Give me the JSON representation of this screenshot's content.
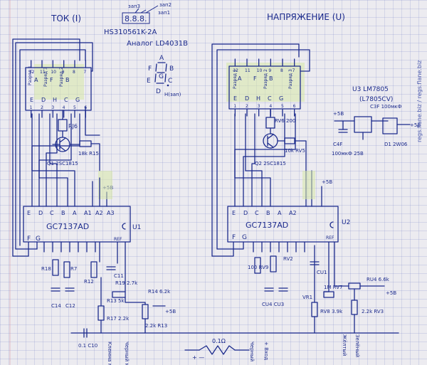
{
  "titles": {
    "current": "ТОК (I)",
    "voltage": "НАПРЯЖЕНИЕ (U)",
    "display_part": "HS310561K-2A",
    "analog": "Аналог LD4031B",
    "zap1": "зап1",
    "zap2": "зап2",
    "zap3": "зап3"
  },
  "segments": {
    "a": "A",
    "b": "B",
    "c": "C",
    "d": "D",
    "e": "E",
    "f": "F",
    "g": "G",
    "dp": "H(зап)"
  },
  "displays": [
    {
      "pins_top": [
        "12",
        "11",
        "10",
        "9",
        "8",
        "7"
      ],
      "labels_top": [
        "A",
        "F",
        "B"
      ],
      "pins_bottom": [
        "1",
        "2",
        "3",
        "4",
        "5",
        "6"
      ],
      "labels_bottom": [
        "E",
        "D",
        "H",
        "C",
        "G"
      ],
      "side_left": "Разряд 1",
      "side_right": "Разряд 3",
      "side_mid": "Разряд 2"
    },
    {
      "pins_top": [
        "12",
        "11",
        "10",
        "9",
        "8",
        "7"
      ],
      "labels_top": [
        "A",
        "F",
        "B"
      ],
      "pins_bottom": [
        "1",
        "2",
        "3",
        "4",
        "5",
        "6"
      ],
      "labels_bottom": [
        "E",
        "D",
        "H",
        "C",
        "G"
      ],
      "side_left": "Разряд 1",
      "side_right": "Разряд 3",
      "side_mid": "Разряд 2"
    }
  ],
  "left": {
    "r6": "RJ6",
    "q1": "Q1 2SC1815",
    "r15": "18k\nR15",
    "ic": "GC7137AD",
    "u": "U1",
    "pins_top": [
      "E",
      "D",
      "C",
      "B",
      "A",
      "A1",
      "A2",
      "A3"
    ],
    "pins_bot": [
      "F",
      "G",
      "REF",
      "C-"
    ],
    "v5": "+5В",
    "r18": "R18",
    "r7": "R7",
    "c14": "C14",
    "c12": "C12",
    "r12": "R12",
    "c11": "C11",
    "r19": "R19 2.7k",
    "r13": "R13 5k",
    "r17": "R17 2.2k",
    "r14": "R14 6.2k",
    "r13b": "2.2k R13",
    "c10": "0.1 C10",
    "mod_left": "Клемма модуля",
    "mod_right": "Черный модуль",
    "shunt": "0.1Ω",
    "shunt_sign": "+   —"
  },
  "right": {
    "rv6": "RV6 200",
    "q2": "Q2 2SC1815",
    "r5": "10k RV5",
    "ic": "GC7137AD",
    "u": "U2",
    "pins_top": [
      "E",
      "D",
      "C",
      "B",
      "A",
      "A2"
    ],
    "pins_bot": [
      "F",
      "G",
      "REF"
    ],
    "rv9": "100 RV9",
    "rv2": "RV2",
    "cu4": "CU4 CU3",
    "cu1": "CU1",
    "rv8": "RV8 3.9k",
    "rv7": "1M RV7",
    "rv3": "2.2k RV3",
    "rv4": "RU4 6.6k",
    "v5": "+5В",
    "vr1": "VR1",
    "black": "Черный",
    "in": "+ Вход",
    "yellow": "Жёлтый",
    "green": "Зелёный"
  },
  "power": {
    "u3": "U3 LM7805",
    "u3b": "(L7805CV)",
    "v5": "+5В",
    "c3f": "C3F 100мкФ",
    "c4f": "C4F",
    "c4f_val": "100мкФ 25В",
    "d1": "D1 2W06",
    "v5b": "+5В"
  },
  "watermark": "regs.flane.biz / regs.flane.biz"
}
